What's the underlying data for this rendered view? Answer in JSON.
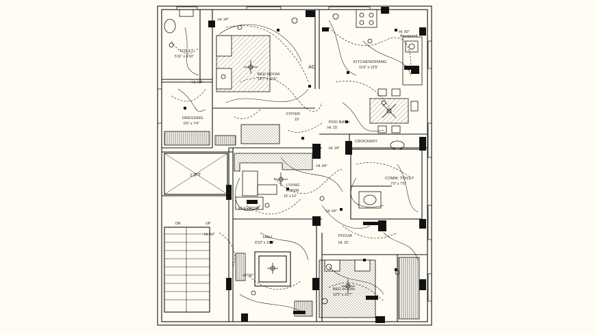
{
  "colors": {
    "background": "#fffdf3",
    "line": "#111111",
    "hatch": "#333333"
  },
  "rooms": {
    "toilet": {
      "name": "TOILET",
      "size": "5'11\" x 4'10\""
    },
    "bedroom1": {
      "name": "BED ROOM",
      "size": "14'7\" x 12'5\""
    },
    "kitchen": {
      "name": "KITCHEN/DINING",
      "size": "11'0\" x 12'5\""
    },
    "dressing": {
      "name": "DRESSING",
      "size": "6'5\" x 7'4\""
    },
    "foyer": {
      "name": "FOYER",
      "size": "15'"
    },
    "pooja": {
      "name": "POO BATH",
      "size": "Ht. 15'"
    },
    "crockery": {
      "name": "CROCKERY"
    },
    "lift": {
      "name": "LIFT"
    },
    "living": {
      "name": "LIVING",
      "sub": "ROOM",
      "size": "15' x 12'"
    },
    "common_toilet": {
      "name": "COMM. TOILET",
      "size": "7'0\" x 7'5\""
    },
    "elevator": {
      "name": "ELEVATOR"
    },
    "hall": {
      "name": "HALL",
      "size": "8'10\" x 15'5\""
    },
    "pooja2": {
      "name": "POOJA",
      "size": "Ht. 15'"
    },
    "bedroom2": {
      "name": "BED ROOM",
      "size": "12'5\" x 10'7\""
    }
  },
  "notes": {
    "ht_top": "Ht. 24\"",
    "ht_mid": "Ht. 54\"",
    "ht_kitchen": "Ht. 60\"",
    "aquaguard": "Aquaguard",
    "ht_24b": "Ht. 24\"",
    "ht_54b": "Ht. 54\"",
    "ht_36": "Ht. 36\"",
    "dn": "DN",
    "up": "UP",
    "ac": "AC",
    "ht_54c": "Ht. 54\"",
    "ht_64": "Ht. 54\""
  },
  "icons": {
    "switch_board": "switch-board-icon",
    "light_point": "light-point-icon",
    "fan": "ceiling-fan-icon",
    "socket": "socket-icon"
  }
}
